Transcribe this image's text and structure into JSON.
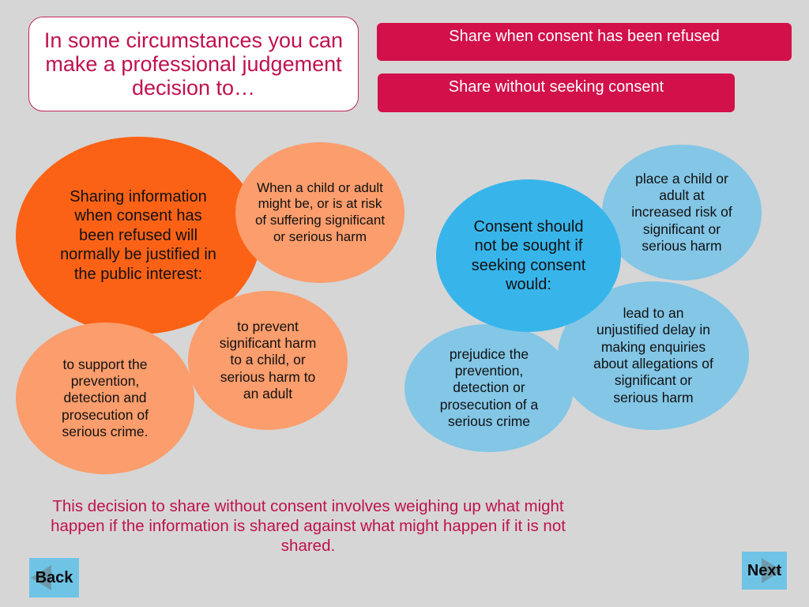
{
  "title": "In some circumstances you can make a professional judgement decision to…",
  "tabs": {
    "refused": "Share when consent has been refused",
    "without_seeking": "Share without seeking consent"
  },
  "left_group": {
    "main": "Sharing information when consent has been refused will normally be justified in the public interest:",
    "risk": "When a child or adult might be, or is at risk of suffering significant or serious harm",
    "prevent": "to prevent significant harm to a child, or serious harm to an adult",
    "crime": "to support the prevention, detection and prosecution of serious crime."
  },
  "right_group": {
    "main": "Consent should not be sought if seeking consent would:",
    "place": "place a child or adult at increased risk of significant or serious harm",
    "delay": "lead to an unjustified delay in making enquiries about allegations of significant or serious harm",
    "prejudice": "prejudice the prevention, detection or prosecution of a serious crime"
  },
  "footer": "This decision to share without consent involves weighing up what might happen if the information is shared against what might happen if it is not shared.",
  "nav": {
    "back": "Back",
    "next": "Next"
  },
  "colors": {
    "accent": "#d2104a",
    "orange_main": "#fc6216",
    "orange_light": "#fb9d6c",
    "blue_main": "#37b5eb",
    "blue_light": "#83c6e6",
    "nav": "#6fc4e6"
  },
  "icons": {
    "back": "arrow-left-icon",
    "next": "arrow-right-icon"
  }
}
